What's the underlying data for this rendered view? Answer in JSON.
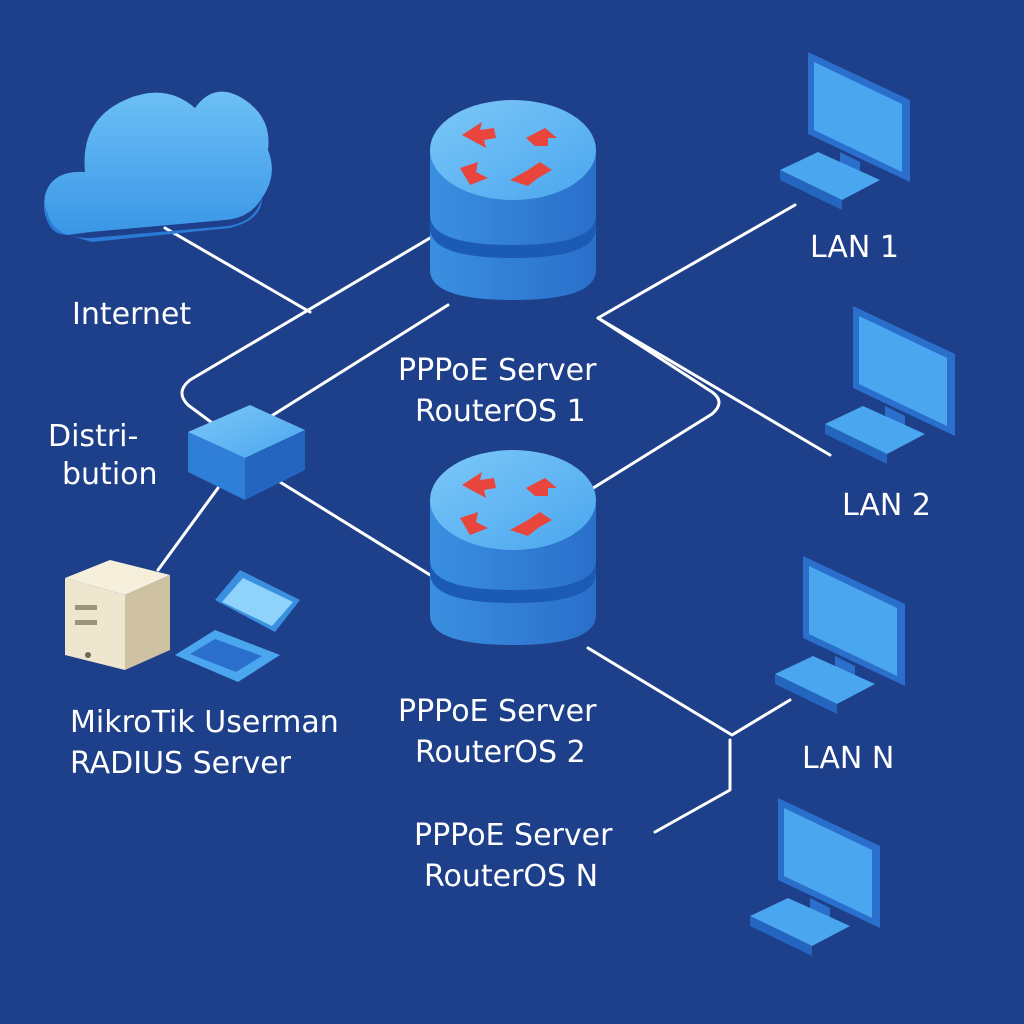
{
  "colors": {
    "background": "#1e3f8a",
    "link": "#ffffff",
    "device_blue": "#3f9be8",
    "device_blue_dark": "#1f6fc8",
    "device_blue_light": "#74c4f7",
    "router_arrow": "#e8463c",
    "server_beige": "#efe6cf"
  },
  "nodes": {
    "internet": {
      "label": "Internet",
      "icon": "cloud-icon"
    },
    "distribution": {
      "label_line1": "Distri-",
      "label_line2": "bution",
      "icon": "switch-icon"
    },
    "radius": {
      "label_line1": "MikroTik Userman",
      "label_line2": "RADIUS Server",
      "icons": [
        "server-tower-icon",
        "laptop-icon"
      ]
    },
    "router1": {
      "label_line1": "PPPoE Server",
      "label_line2": "RouterOS 1",
      "icon": "router-icon"
    },
    "router2": {
      "label_line1": "PPPoE Server",
      "label_line2": "RouterOS 2",
      "icon": "router-icon"
    },
    "routerN": {
      "label_line1": "PPPoE Server",
      "label_line2": "RouterOS N"
    },
    "lan1": {
      "label": "LAN 1",
      "icon": "desktop-computer-icon"
    },
    "lan2": {
      "label": "LAN 2",
      "icon": "desktop-computer-icon"
    },
    "lanN": {
      "label": "LAN N",
      "icon": "desktop-computer-icon"
    },
    "extra_pc": {
      "icon": "desktop-computer-icon"
    }
  }
}
